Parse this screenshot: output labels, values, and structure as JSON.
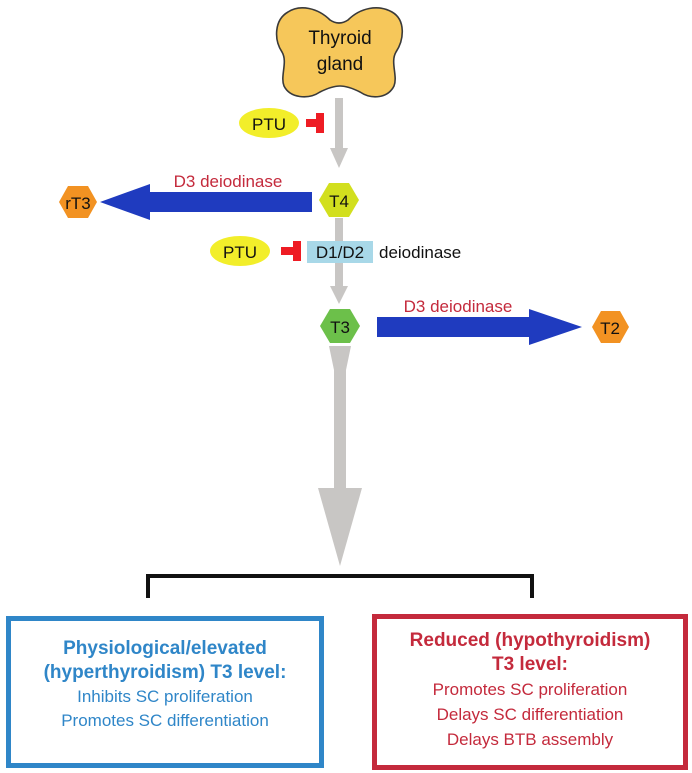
{
  "nodes": {
    "thyroid": [
      "Thyroid",
      "gland"
    ],
    "t4": "T4",
    "t3": "T3",
    "t2": "T2",
    "rt3": "rT3",
    "ptu_1": "PTU",
    "ptu_2": "PTU",
    "d1d2": "D1/D2",
    "deiodinase": "deiodinase"
  },
  "edges": {
    "d3_to_rt3": "D3 deiodinase",
    "d3_to_t2": "D3 deiodinase"
  },
  "outcomes": {
    "elevated": {
      "heading": [
        "Physiological/elevated",
        "(hyperthyroidism) T3 level:"
      ],
      "effects": [
        "Inhibits SC proliferation",
        "Promotes SC differentiation"
      ]
    },
    "reduced": {
      "heading": [
        "Reduced (hypothyroidism)",
        "T3 level:"
      ],
      "effects": [
        "Promotes SC proliferation",
        "Delays SC differentiation",
        "Delays BTB assembly"
      ]
    }
  },
  "colors": {
    "gland_fill": "#f6c75a",
    "ptu_fill": "#f2ee2a",
    "inhibitor_red": "#ee1c24",
    "arrow_gray": "#c8c6c4",
    "arrow_blue": "#1f3bbf",
    "t4_hex": "#d2df1e",
    "t3_hex": "#6cc04a",
    "orange_hex": "#f29222",
    "d1d2_bg": "#a8d8e8",
    "label_red": "#c42a3c",
    "blue_box": "#2f86c8",
    "red_box": "#c42a3c"
  }
}
